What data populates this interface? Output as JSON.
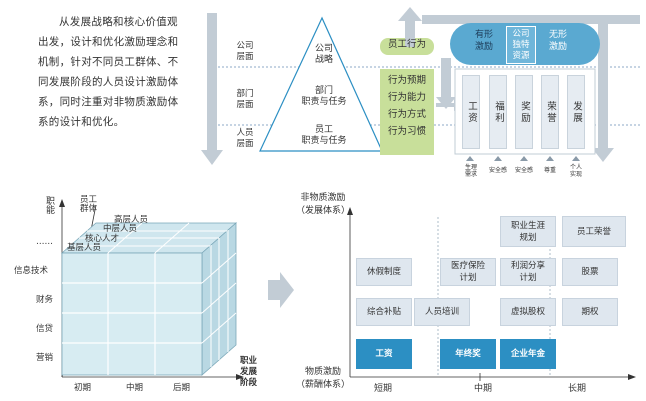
{
  "intro_text": "从发展战略和核心价值观出发，设计和优化激励理念和机制，针对不同员工群体、不同发展阶段的人员设计激励体系，同时注重对非物质激励体系的设计和优化。",
  "pyramid": {
    "rows": [
      "公司\n层面",
      "部门\n层面",
      "人员\n层面"
    ],
    "levels": [
      "公司\n战略",
      "部门\n职责与任务",
      "员工\n职责与任务"
    ]
  },
  "behavior": {
    "title": "员工行为",
    "list": "行为预期\n行为能力\n行为方式\n行为习惯"
  },
  "incentive": {
    "tangible": "有形\n激励",
    "unique": "公司\n独特\n资源",
    "intangible": "无形\n激励",
    "bars": [
      "工资",
      "福利",
      "奖励",
      "荣誉",
      "发展"
    ],
    "needs": [
      "生理\n需求",
      "安全感",
      "安全感",
      "尊重",
      "个人\n实现"
    ]
  },
  "cube": {
    "y_title": "职能",
    "z_title": "员工\n群体",
    "z_items": [
      "高层人员",
      "中层人员",
      "核心人才",
      "基层人员"
    ],
    "y_dots": "……",
    "y_items": [
      "信息技术",
      "财务",
      "信贷",
      "营销"
    ],
    "x_items": [
      "初期",
      "中期",
      "后期"
    ],
    "x_title": "职业\n发展\n阶段"
  },
  "matrix": {
    "y_top_title": "非物质激励\n（发展体系）",
    "y_bottom_title": "物质激励\n（薪酬体系）",
    "x_items": [
      "短期",
      "中期",
      "长期"
    ],
    "boxes": [
      {
        "text": "职业生涯\n规划",
        "style": "light"
      },
      {
        "text": "员工荣誉",
        "style": "light"
      },
      {
        "text": "休假制度",
        "style": "light"
      },
      {
        "text": "医疗保险\n计划",
        "style": "light"
      },
      {
        "text": "利润分享\n计划",
        "style": "light"
      },
      {
        "text": "股票",
        "style": "light"
      },
      {
        "text": "综合补贴",
        "style": "light"
      },
      {
        "text": "人员培训",
        "style": "light"
      },
      {
        "text": "虚拟股权",
        "style": "light"
      },
      {
        "text": "期权",
        "style": "light"
      },
      {
        "text": "工资",
        "style": "dark"
      },
      {
        "text": "年终奖",
        "style": "dark"
      },
      {
        "text": "企业年金",
        "style": "dark"
      }
    ]
  },
  "colors": {
    "accent_blue": "#2c8fc3",
    "light_blue": "#dfe7ef",
    "green": "#c8df9a",
    "grey_arrow": "#b7c2cc",
    "pill_blue": "#4fa6cf"
  }
}
